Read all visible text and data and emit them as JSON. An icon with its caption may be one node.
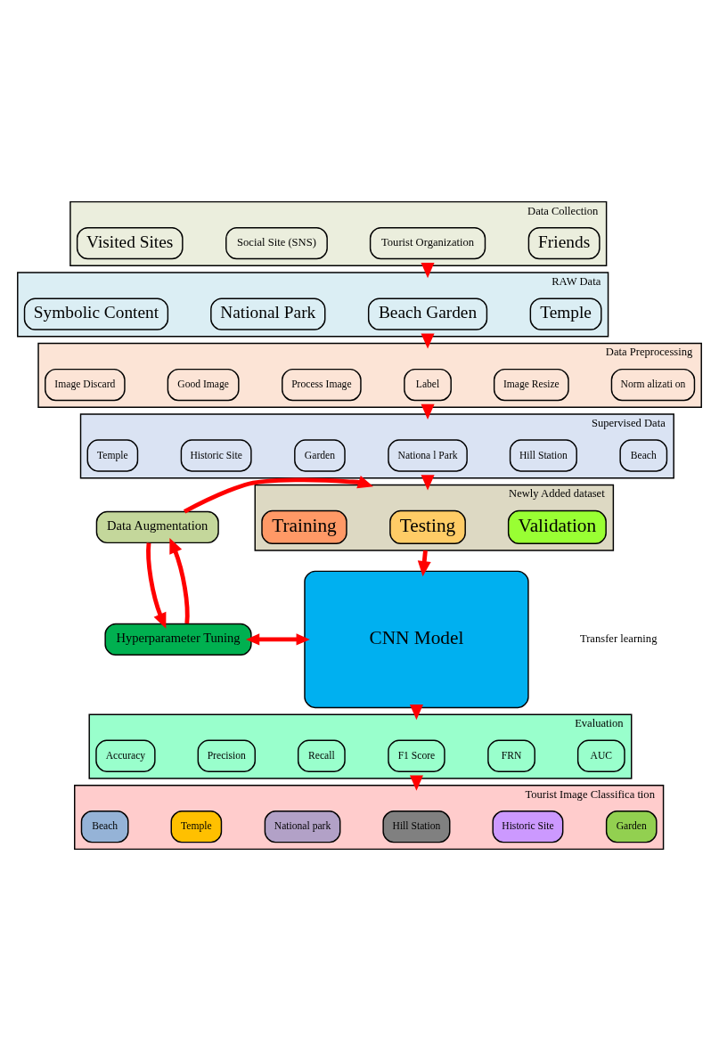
{
  "diagram": {
    "nodes": [
      {
        "text": [
          "Data Collection"
        ]
      },
      {
        "text": [
          "Visited Sites"
        ],
        "in": 0
      },
      {
        "text": [
          "Social Site (SNS)"
        ],
        "in": 0
      },
      {
        "text": [
          "Tourist Organization"
        ],
        "in": 0
      },
      {
        "text": [
          "Friends"
        ],
        "in": 0
      },
      {
        "text": [
          "RAW Data"
        ]
      },
      {
        "text": [
          "Symbolic Content"
        ],
        "in": 5
      },
      {
        "text": [
          "National Park"
        ],
        "in": 5
      },
      {
        "text": [
          "Beach Garden"
        ],
        "in": 5
      },
      {
        "text": [
          "Temple"
        ],
        "in": 5
      },
      {
        "text": [
          "Data Preprocessing"
        ]
      },
      {
        "text": [
          "Image Discard"
        ],
        "in": 10
      },
      {
        "text": [
          "Good Image"
        ],
        "in": 10
      },
      {
        "text": [
          "Process Image"
        ],
        "in": 10
      },
      {
        "text": [
          "Label"
        ],
        "in": 10
      },
      {
        "text": [
          "Image Resize"
        ],
        "in": 10
      },
      {
        "text": [
          "Norm alizati on"
        ],
        "in": 10
      },
      {
        "text": [
          "Supervised Data"
        ]
      },
      {
        "text": [
          "Temple"
        ],
        "in": 17
      },
      {
        "text": [
          "Historic Site"
        ],
        "in": 17
      },
      {
        "text": [
          "Garden"
        ],
        "in": 17
      },
      {
        "text": [
          "Nationa l Park"
        ],
        "in": 17
      },
      {
        "text": [
          "Hill Station"
        ],
        "in": 17
      },
      {
        "text": [
          "Beach"
        ],
        "in": 17
      },
      {
        "text": [
          "Newly Added dataset"
        ]
      },
      {
        "text": [
          "Training"
        ],
        "in": 24
      },
      {
        "text": [
          "Testing"
        ],
        "in": 24
      },
      {
        "text": [
          "Validation"
        ],
        "in": 24
      },
      {
        "text": [
          "Data Augmentation"
        ]
      },
      {
        "text": [
          "Hyperparameter Tuning"
        ]
      },
      {
        "text": [
          "CNN Model"
        ]
      },
      {
        "text": [
          "Evaluation"
        ]
      },
      {
        "text": [
          "Accuracy"
        ],
        "in": 31
      },
      {
        "text": [
          "Precision"
        ],
        "in": 31
      },
      {
        "text": [
          "Recall"
        ],
        "in": 31
      },
      {
        "text": [
          "F1 Score"
        ],
        "in": 31
      },
      {
        "text": [
          "FRN"
        ],
        "in": 31
      },
      {
        "text": [
          "AUC"
        ],
        "in": 31
      },
      {
        "text": [
          "Tourist Image Classifica tion"
        ]
      },
      {
        "text": [
          "Beach"
        ],
        "in": 38
      },
      {
        "text": [
          "Temple"
        ],
        "in": 38
      },
      {
        "text": [
          "National park"
        ],
        "in": 38
      },
      {
        "text": [
          "Hill Station"
        ],
        "in": 38
      },
      {
        "text": [
          "Historic Site"
        ],
        "in": 38
      },
      {
        "text": [
          "Garden"
        ],
        "in": 38
      }
    ],
    "edges": [
      {
        "from": 0,
        "to": 5,
        "arrow": "to"
      },
      {
        "from": 5,
        "to": 10,
        "arrow": "to"
      },
      {
        "from": 10,
        "to": 17,
        "arrow": "to"
      },
      {
        "from": 17,
        "to": 24,
        "arrow": "to"
      },
      {
        "from": 28,
        "to": 24,
        "arrow": "to"
      },
      {
        "from": 24,
        "to": 30,
        "arrow": "to"
      },
      {
        "from": 29,
        "to": 28,
        "arrow": "to"
      },
      {
        "from": 28,
        "to": 29,
        "arrow": "to"
      },
      {
        "from": 29,
        "to": 30,
        "arrow": "both"
      },
      {
        "from": 30,
        "to": 31,
        "arrow": "to"
      },
      {
        "from": 31,
        "to": 38,
        "arrow": "to"
      }
    ],
    "labels": [
      "Transfer learning"
    ]
  }
}
